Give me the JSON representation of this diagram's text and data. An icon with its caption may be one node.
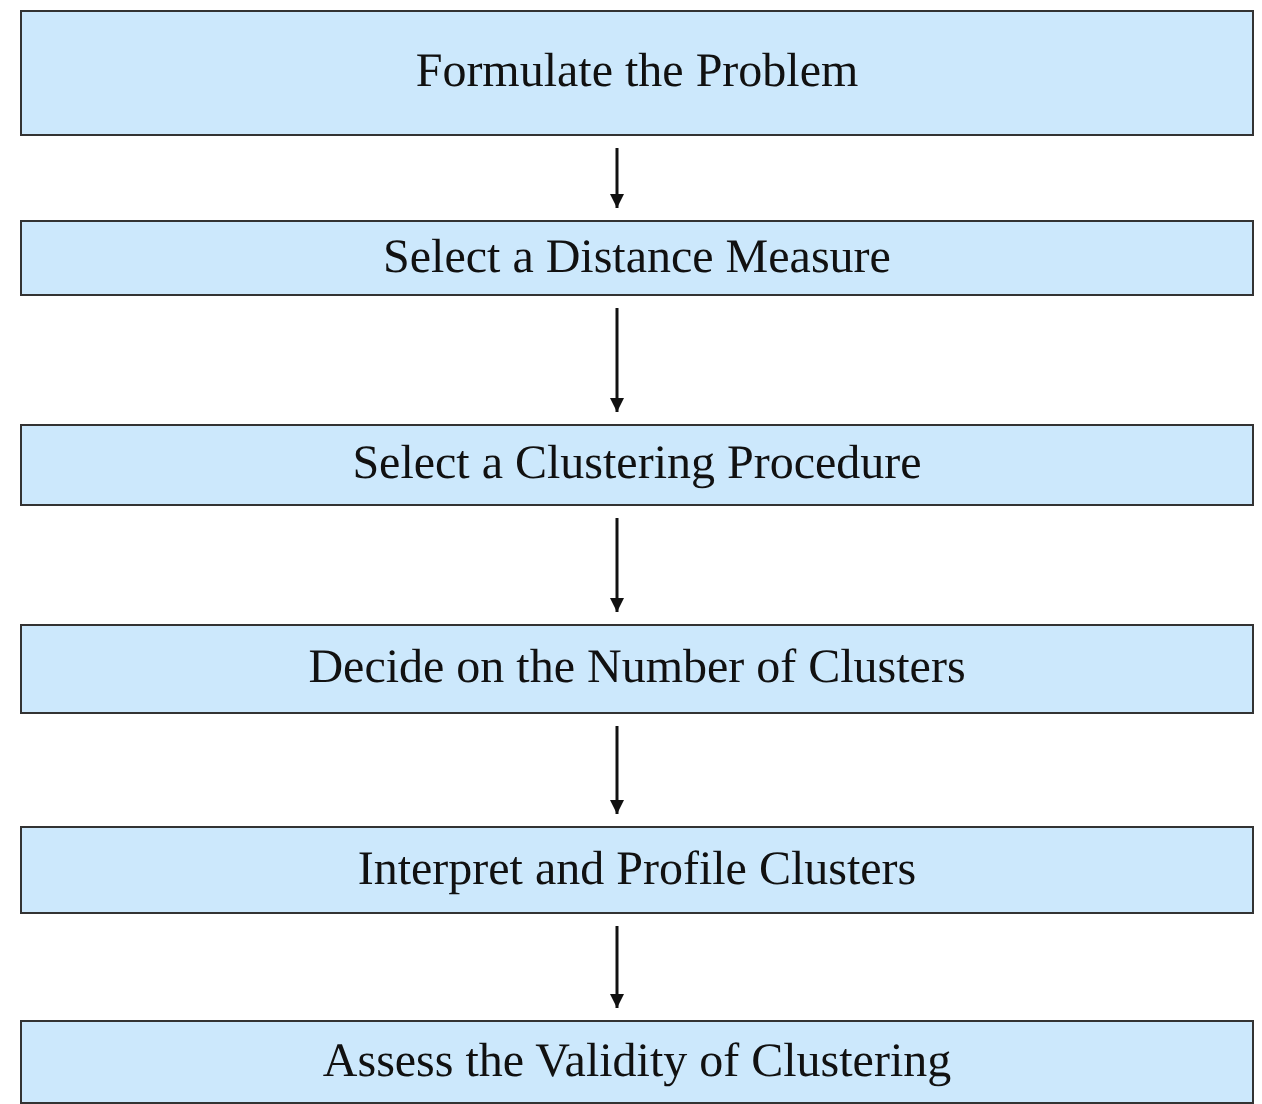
{
  "diagram": {
    "nodes": [
      {
        "text": [
          "Formulate the Problem"
        ]
      },
      {
        "text": [
          "Select a Distance Measure"
        ]
      },
      {
        "text": [
          "Select a Clustering Procedure"
        ]
      },
      {
        "text": [
          "Decide on the Number of Clusters"
        ]
      },
      {
        "text": [
          "Interpret and Profile Clusters"
        ]
      },
      {
        "text": [
          "Assess the Validity of Clustering"
        ]
      }
    ],
    "edges": [
      {
        "from": 0,
        "to": 1,
        "arrow": "to"
      },
      {
        "from": 1,
        "to": 2,
        "arrow": "to"
      },
      {
        "from": 2,
        "to": 3,
        "arrow": "to"
      },
      {
        "from": 3,
        "to": 4,
        "arrow": "to"
      },
      {
        "from": 4,
        "to": 5,
        "arrow": "to"
      }
    ]
  }
}
